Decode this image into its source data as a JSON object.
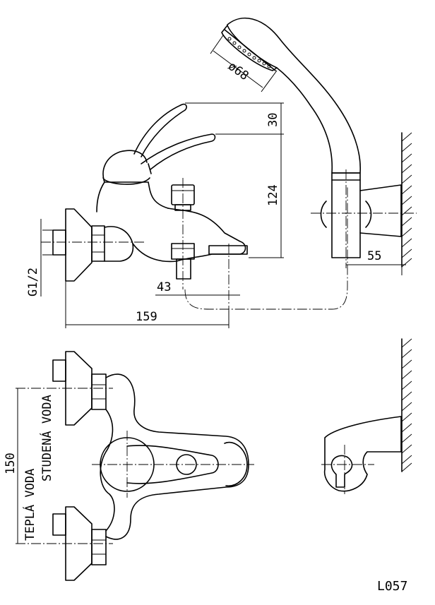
{
  "dimensions": {
    "shower_head_diameter": "ø68",
    "lever_offset": "30",
    "spout_height": "124",
    "holder_offset": "55",
    "thread_size": "G1/2",
    "spout_offset": "43",
    "total_length": "159",
    "axis_distance": "150"
  },
  "labels": {
    "cold_water": "STUDENÁ VODA",
    "hot_water": "TEPLÁ VODA"
  },
  "drawing_code": "L057"
}
